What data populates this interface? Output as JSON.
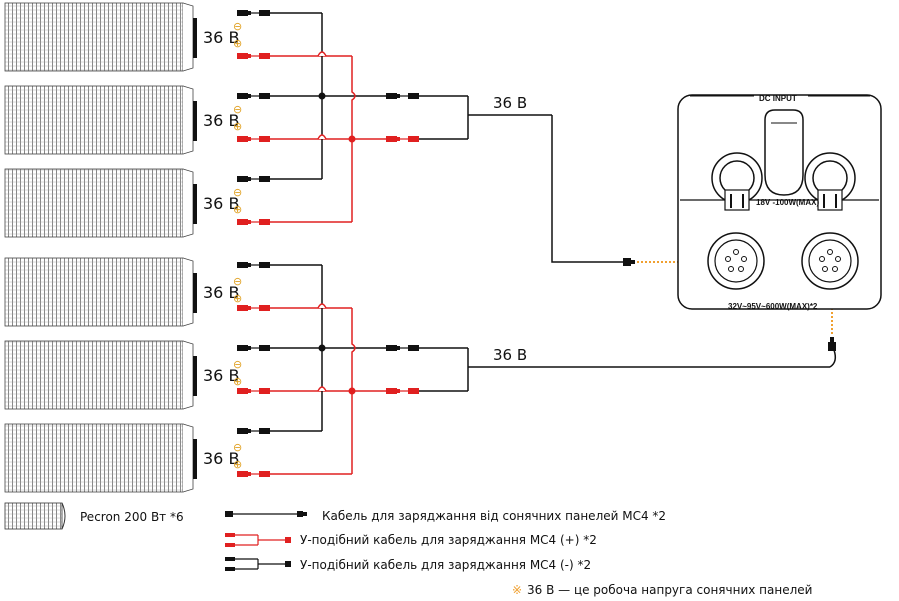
{
  "panels": {
    "voltage_label": "36 В",
    "minus_symbol": "⊖",
    "plus_symbol": "⊕"
  },
  "groups": {
    "voltage_label": "36 В"
  },
  "station": {
    "header": "DC INPUT",
    "top_rating": "18V -100W(MAX)",
    "bottom_rating": "32V~95V~600W(MAX)*2"
  },
  "legend": {
    "panel_label": "Pecron 200 Вт *6",
    "cable_label": "Кабель для заряджання від сонячних панелей MC4 *2",
    "y_plus_label": "У-подібний кабель для заряджання MC4 (+) *2",
    "y_minus_label": "У-подібний кабель для заряджання MC4 (-) *2",
    "note_symbol": "※",
    "note_text": "36 В — це робоча напруга сонячних панелей"
  },
  "colors": {
    "positive": "#e02020",
    "negative": "#111111",
    "arrow": "#f0a030"
  }
}
